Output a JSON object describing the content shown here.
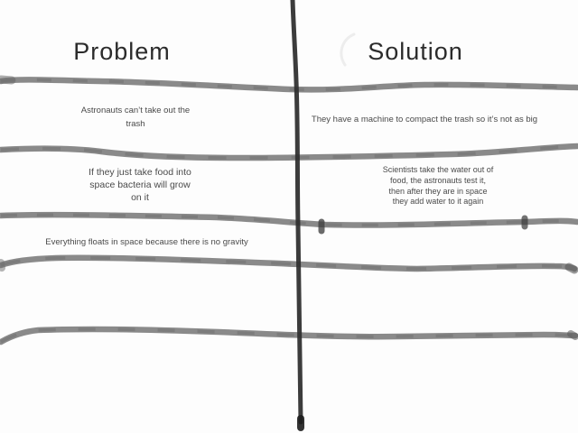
{
  "app": {
    "type": "whiteboard-t-chart",
    "colors": {
      "background": "#fdfdfd",
      "marker_gray": "#7d7d7d",
      "marker_dark": "#2d2d2d",
      "heading_text": "#2b2b2b",
      "body_text": "#4a4a4a"
    }
  },
  "headers": {
    "problem": "Problem",
    "solution": "Solution"
  },
  "cells": {
    "r1_problem": "Astronauts can’t take out the\ntrash",
    "r1_solution": "They have a machine to compact the trash so it’s not as big",
    "r2_problem": "If they just take food into\nspace bacteria will grow\non it",
    "r2_solution": "Scientists take the water out of\nfood, the astronauts test it,\nthen after they are in space\nthey add water to it again",
    "r3_problem": "Everything floats in space because there is no gravity",
    "r3_solution": ""
  }
}
